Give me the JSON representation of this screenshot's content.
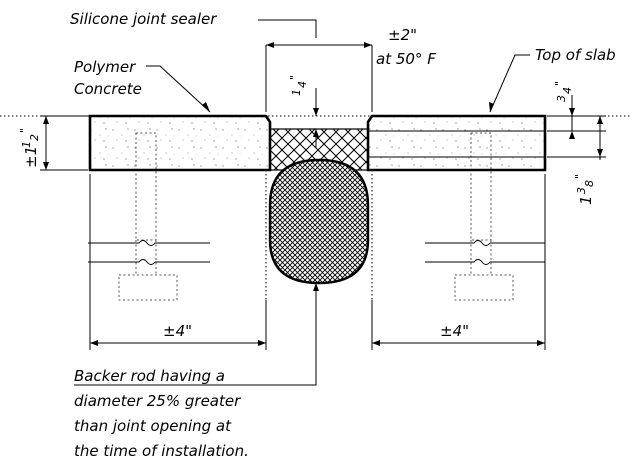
{
  "labels": {
    "silicone": "Silicone joint sealer",
    "polymer_line1": "Polymer",
    "polymer_line2": "Concrete",
    "top_of_slab": "Top of slab",
    "backer_line1": "Backer rod having a",
    "backer_line2": "diameter 25% greater",
    "backer_line3": "than joint opening at",
    "backer_line4": "the time of installation."
  },
  "dimensions": {
    "opening_value": "±2\"",
    "opening_temp": "at 50° F",
    "depth_num": "1",
    "depth_den": "4",
    "depth_unit": "\"",
    "left_thick_prefix": "±1",
    "left_thick_num": "1",
    "left_thick_den": "2",
    "left_thick_unit": "\"",
    "right_top_num": "3",
    "right_top_den": "4",
    "right_top_unit": "\"",
    "right_low_whole": "1",
    "right_low_num": "3",
    "right_low_den": "8",
    "right_low_unit": "\"",
    "left_width": "±4\"",
    "right_width": "±4\""
  }
}
